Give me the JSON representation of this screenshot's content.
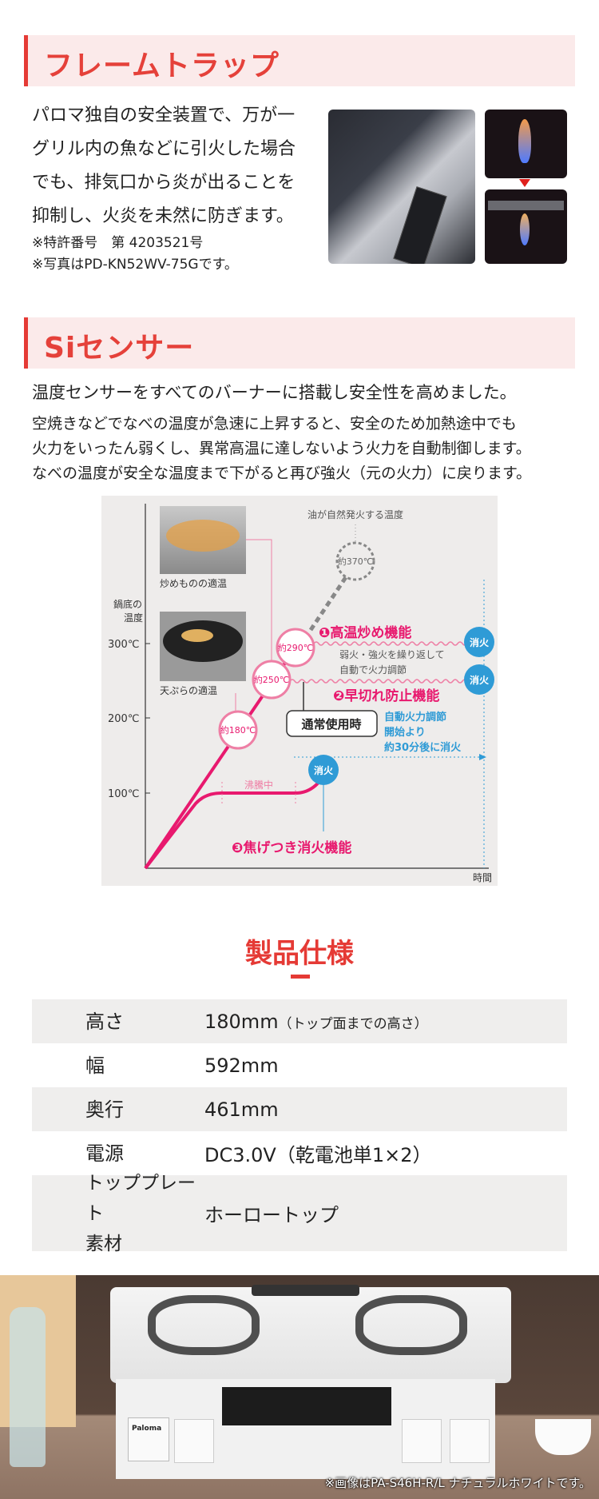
{
  "flame_trap": {
    "title": "フレームトラップ",
    "body": [
      "パロマ独自の安全装置で、万が一",
      "グリル内の魚などに引火した場合",
      "でも、排気口から炎が出ることを",
      "抑制し、火炎を未然に防ぎます。"
    ],
    "notes": [
      "※特許番号　第 4203521号",
      "※写真はPD-KN52WV-75Gです。"
    ]
  },
  "si_sensor": {
    "title": "Siセンサー",
    "lead": "温度センサーをすべてのバーナーに搭載し安全性を高めました。",
    "body": [
      "空焼きなどでなべの温度が急速に上昇すると、安全のため加熱途中でも",
      "火力をいったん弱くし、異常高温に達しないよう火力を自動制御します。",
      "なべの温度が安全な温度まで下がると再び強火（元の火力）に戻ります。"
    ]
  },
  "diagram": {
    "y_label": [
      "鍋底の",
      "温度"
    ],
    "x_label": "時間",
    "y_ticks": [
      "300℃",
      "200℃",
      "100℃"
    ],
    "photo_captions": [
      "炒めものの適温",
      "天ぷらの適温"
    ],
    "ignition_label": "油が自然発火する温度",
    "temps": [
      "約180℃",
      "約250℃",
      "約290℃",
      "約370℃"
    ],
    "extinguish": "消火",
    "feature1": "❶高温炒め機能",
    "feature1_desc": [
      "弱火・強火を繰り返して",
      "自動で火力調節"
    ],
    "feature2": "❷早切れ防止機能",
    "normal_use": "通常使用時",
    "auto_note": [
      "自動火力調節",
      "開始より",
      "約30分後に消火"
    ],
    "boiling": "沸騰中",
    "feature3": "❸焦げつき消火機能",
    "colors": {
      "pink": "#e8196e",
      "light_pink": "#ee7fa5",
      "blue": "#2f9bd6"
    }
  },
  "specs": {
    "title": "製品仕様",
    "rows": [
      {
        "label": "高さ",
        "value": "180mm",
        "note": "（トップ面までの高さ）"
      },
      {
        "label": "幅",
        "value": "592mm"
      },
      {
        "label": "奥行",
        "value": "461mm"
      },
      {
        "label": "電源",
        "value": "DC3.0V（乾電池単1×2）"
      },
      {
        "label": "トッププレート\n素材",
        "value": "ホーロートップ"
      }
    ]
  },
  "product_photo": {
    "caption": "※画像はPA-S46H-R/L ナチュラルホワイトです。",
    "brand": "Paloma"
  }
}
